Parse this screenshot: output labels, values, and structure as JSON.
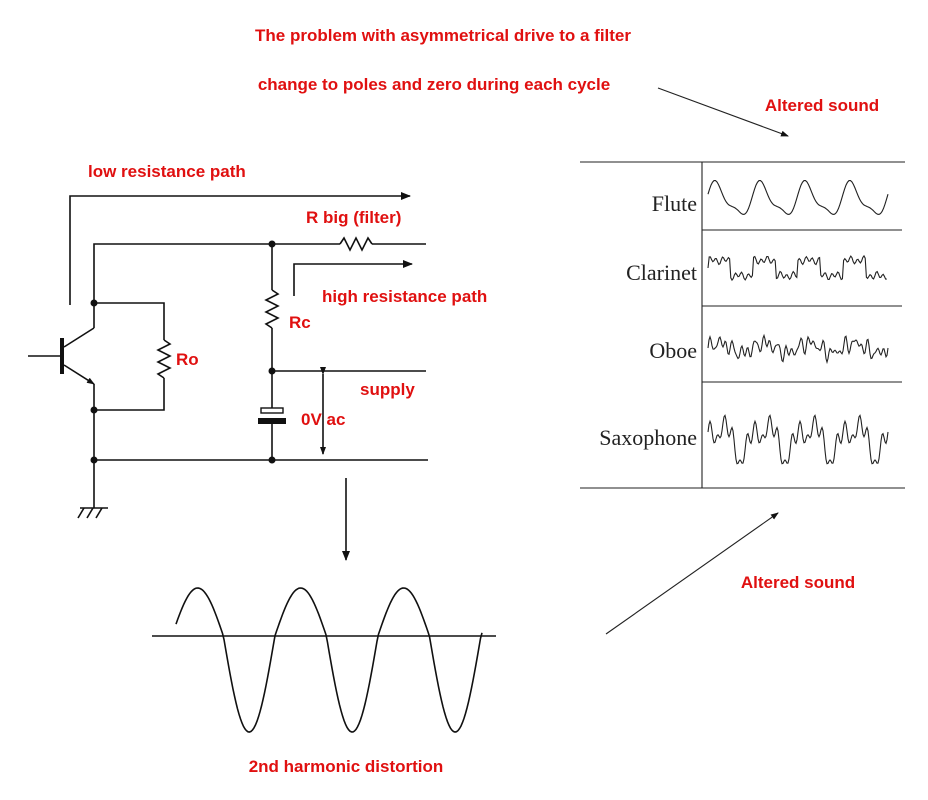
{
  "title_line1": "The problem with asymmetrical drive to a filter",
  "title_line2": "change to poles and zero during each cycle",
  "labels": {
    "altered_sound_top": "Altered sound",
    "altered_sound_bottom": "Altered sound",
    "low_resistance_path": "low resistance path",
    "r_big_filter": "R big (filter)",
    "high_resistance_path": "high resistance path",
    "rc": "Rc",
    "ro": "Ro",
    "supply": "supply",
    "zero_v_ac": "0V ac",
    "second_harmonic": "2nd harmonic distortion"
  },
  "instruments": [
    "Flute",
    "Clarinet",
    "Oboe",
    "Saxophone"
  ],
  "colors": {
    "annotation": "#e01010",
    "ink": "#111111"
  }
}
